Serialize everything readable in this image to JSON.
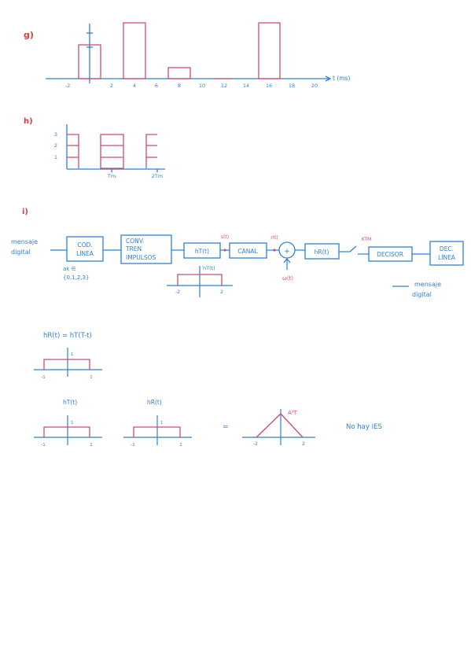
{
  "colors": {
    "blue": "#2f7fd6",
    "pink": "#d24a72",
    "red": "#d8403a"
  },
  "section_g": {
    "label": "g)",
    "axis_label": "t (ms)",
    "x_ticks": [
      "-2",
      "2",
      "4",
      "6",
      "8",
      "10",
      "12",
      "14",
      "16",
      "18",
      "20"
    ]
  },
  "section_h": {
    "label": "h)",
    "y_ticks": [
      "3",
      "2",
      "1"
    ],
    "x_ticks": [
      "Tm",
      "2Tm"
    ]
  },
  "section_i": {
    "label": "i)",
    "input_label_1": "mensaje",
    "input_label_2": "digital",
    "blocks": {
      "cod": [
        "COD.",
        "LÍNEA"
      ],
      "conv": [
        "CONV.",
        "TREN",
        "IMPULSOS"
      ],
      "ht": "hT(t)",
      "canal": "CANAL",
      "sum": "+",
      "hr": "hR(t)",
      "decisor": "DECISOR",
      "dec": [
        "DEC.",
        "LÍNEA"
      ]
    },
    "signals": {
      "s": "s(t)",
      "r": "r(t)",
      "ktm": "KTM",
      "w": "ω(t)"
    },
    "alphabet": [
      "ak ∈",
      "{0,1,2,3}"
    ],
    "output_label_1": "mensaje",
    "output_label_2": "digital",
    "pulse_title": "hT(t)",
    "pulse_ticks": [
      "-2",
      "2"
    ]
  },
  "matched": {
    "equation": "hR(t) = hT(T-t)",
    "ticks": [
      "-1",
      "1",
      "1"
    ]
  },
  "convolution": {
    "left_title": "hT(t)",
    "mid_title": "hR(t)",
    "left_ticks": [
      "-1",
      "1",
      "1"
    ],
    "mid_ticks": [
      "-1",
      "1",
      "1"
    ],
    "equals": "=",
    "peak_label": "A²T",
    "tri_ticks": [
      "-2",
      "2"
    ],
    "conclusion": "No hay IES"
  }
}
